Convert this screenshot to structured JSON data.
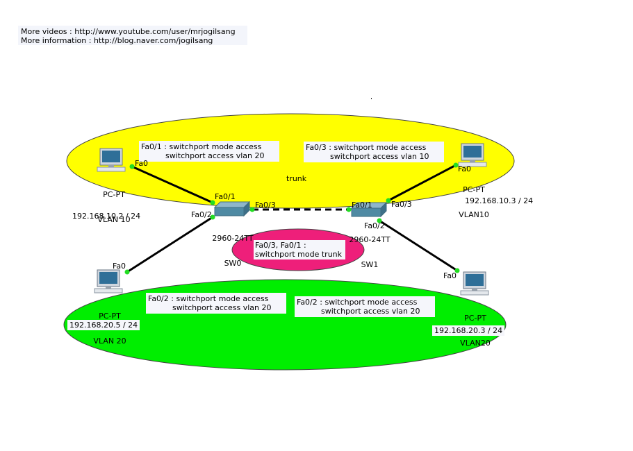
{
  "info": {
    "line1": "More videos : http://www.youtube.com/user/mrjogilsang",
    "line2": "More information : http://blog.naver.com/jogilsang"
  },
  "colors": {
    "vlan10_zone": "#ffff00",
    "vlan20_zone": "#00ee00",
    "trunk_zone": "#ee1f7a",
    "link": "#000000",
    "port_up": "#22dd22"
  },
  "devices": {
    "pc1": {
      "type": "PC-PT",
      "name": "VLAN 10",
      "port": "Fa0",
      "icon": "pc-icon"
    },
    "pc2": {
      "type": "PC-PT",
      "name": "VLAN10",
      "port": "Fa0",
      "icon": "pc-icon"
    },
    "pc3": {
      "type": "PC-PT",
      "name": "VLAN 20",
      "port": "Fa0",
      "icon": "pc-icon"
    },
    "pc4": {
      "type": "PC-PT",
      "name": "VLAN20",
      "port": "Fa0",
      "icon": "pc-icon"
    },
    "sw0": {
      "model": "2960-24TT",
      "name": "SW0",
      "icon": "switch-icon"
    },
    "sw1": {
      "model": "2960-24TT",
      "name": "SW1",
      "icon": "switch-icon"
    }
  },
  "ports": {
    "sw0_fa01": "Fa0/1",
    "sw0_fa02": "Fa0/2",
    "sw0_fa03": "Fa0/3",
    "sw1_fa01": "Fa0/1",
    "sw1_fa02": "Fa0/2",
    "sw1_fa03": "Fa0/3"
  },
  "ips": {
    "pc1": "192.168.10.2 / 24",
    "pc2": "192.168.10.3 / 24",
    "pc3": "192.168.20.5 / 24",
    "pc4": "192.168.20.3 / 24"
  },
  "notes": {
    "sw0_fa01": "Fa0/1 : switchport mode access\n          switchport access vlan 20",
    "sw1_fa03": "Fa0/3 : switchport mode access\n          switchport access vlan 10",
    "sw0_fa02": "Fa0/2 : switchport mode access\n          switchport access vlan 20",
    "sw1_fa02": "Fa0/2 : switchport mode access\n          switchport access vlan 20",
    "trunk": "Fa0/3, Fa0/1 :\nswitchport mode trunk",
    "trunk_label": "trunk"
  }
}
